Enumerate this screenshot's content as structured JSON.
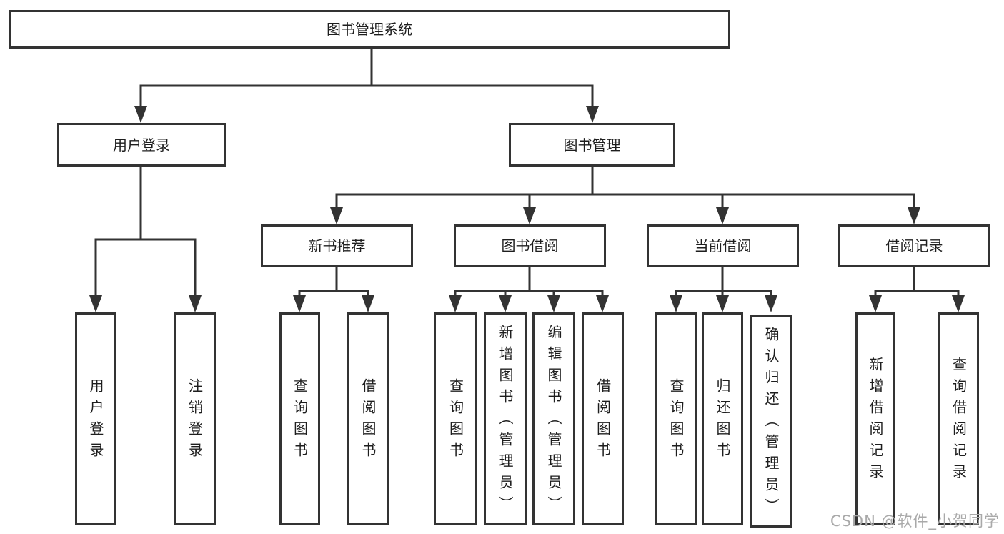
{
  "diagram": {
    "root": {
      "label": "图书管理系统"
    },
    "branches": [
      {
        "label": "用户登录",
        "children": [
          {
            "label": "用户登录"
          },
          {
            "label": "注销登录"
          }
        ]
      },
      {
        "label": "图书管理",
        "children": [
          {
            "label": "新书推荐",
            "children": [
              {
                "label": "查询图书"
              },
              {
                "label": "借阅图书"
              }
            ]
          },
          {
            "label": "图书借阅",
            "children": [
              {
                "label": "查询图书"
              },
              {
                "label": "新增图书（管理员）"
              },
              {
                "label": "编辑图书（管理员）"
              },
              {
                "label": "借阅图书"
              }
            ]
          },
          {
            "label": "当前借阅",
            "children": [
              {
                "label": "查询图书"
              },
              {
                "label": "归还图书"
              },
              {
                "label": "确认归还（管理员）"
              }
            ]
          },
          {
            "label": "借阅记录",
            "children": [
              {
                "label": "新增借阅记录"
              },
              {
                "label": "查询借阅记录"
              }
            ]
          }
        ]
      }
    ]
  },
  "watermark": {
    "text": "CSDN @软件_小贺同学"
  },
  "colors": {
    "line": "#333333",
    "box_border": "#333333",
    "text": "#1e1e1e",
    "background": "#ffffff",
    "watermark": "#a9a9a9"
  }
}
